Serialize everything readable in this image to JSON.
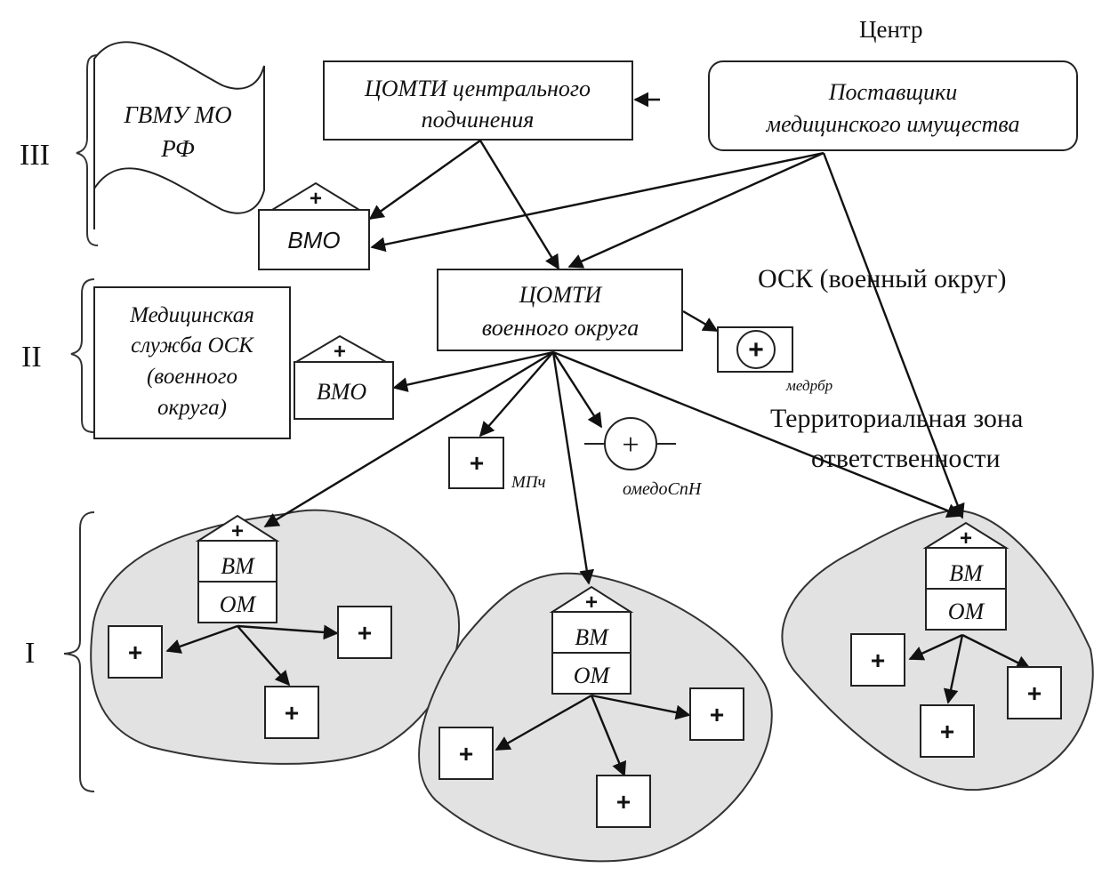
{
  "levels": {
    "III": "III",
    "II": "II",
    "I": "I"
  },
  "labels": {
    "center": "Центр",
    "osk": "ОСК (военный округ)",
    "territory_line1": "Территориальная зона",
    "territory_line2": "ответственности",
    "medrbr": "медрбр",
    "mpch": "МПч",
    "omedospn": "омедоСпН"
  },
  "nodes": {
    "gvmu": {
      "line1": "ГВМУ МО",
      "line2": "РФ"
    },
    "comti_central": {
      "line1": "ЦОМТИ центрального",
      "line2": "подчинения"
    },
    "suppliers": {
      "line1": "Поставщики",
      "line2": "медицинского имущества"
    },
    "vmo_top": {
      "label": "ВМО",
      "roof": "+"
    },
    "comti_district": {
      "line1": "ЦОМТИ",
      "line2": "военного округа"
    },
    "med_service": {
      "line1": "Медицинская",
      "line2": "служба ОСК",
      "line3": "(военного",
      "line4": "округа)"
    },
    "vmo_mid": {
      "label": "ВМО",
      "roof": "+"
    },
    "medrbr_unit": {
      "symbol": "+"
    },
    "mpch_unit": {
      "symbol": "+"
    },
    "omedospn_unit": {
      "symbol": "+"
    }
  },
  "zones": [
    {
      "hospital": {
        "roof": "+",
        "top": "ВМ",
        "bottom": "ОМ"
      },
      "units": [
        "+",
        "+",
        "+"
      ]
    },
    {
      "hospital": {
        "roof": "+",
        "top": "ВМ",
        "bottom": "ОМ"
      },
      "units": [
        "+",
        "+",
        "+"
      ]
    },
    {
      "hospital": {
        "roof": "+",
        "top": "ВМ",
        "bottom": "ОМ"
      },
      "units": [
        "+",
        "+",
        "+"
      ]
    }
  ]
}
